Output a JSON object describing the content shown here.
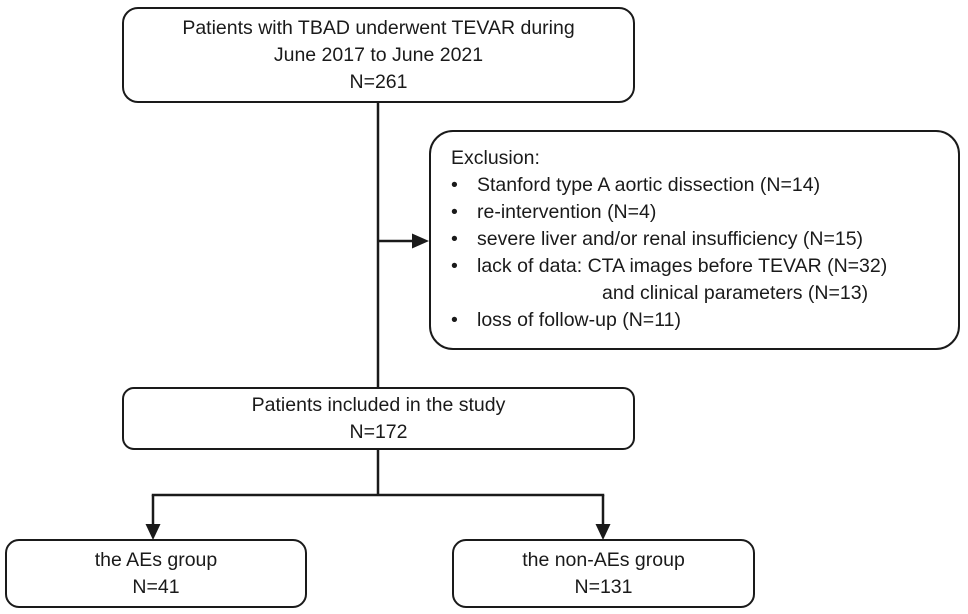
{
  "palette": {
    "background": "#ffffff",
    "line_color": "#1a1a1a",
    "text_color": "#1a1a1a",
    "box_fill": "#ffffff"
  },
  "flowchart": {
    "initial_box": {
      "lines": [
        "Patients with TBAD underwent TEVAR during",
        "June 2017 to June 2021",
        "N=261"
      ]
    },
    "exclusion_box": {
      "title": "Exclusion:",
      "bullet_char": "•",
      "bullets": [
        {
          "text": "Stanford type A aortic dissection (N=14)"
        },
        {
          "text": "re-intervention (N=4)"
        },
        {
          "text": "severe liver and/or renal insufficiency (N=15)"
        },
        {
          "text": "lack of data: CTA images before TEVAR (N=32)",
          "continuation": "and clinical parameters (N=13)"
        },
        {
          "text": "loss of follow-up (N=11)"
        }
      ]
    },
    "included_box": {
      "lines": [
        "Patients included in the study",
        "N=172"
      ]
    },
    "aes_box": {
      "lines": [
        "the AEs group",
        "N=41"
      ]
    },
    "non_aes_box": {
      "lines": [
        "the non-AEs group",
        "N=131"
      ]
    }
  }
}
